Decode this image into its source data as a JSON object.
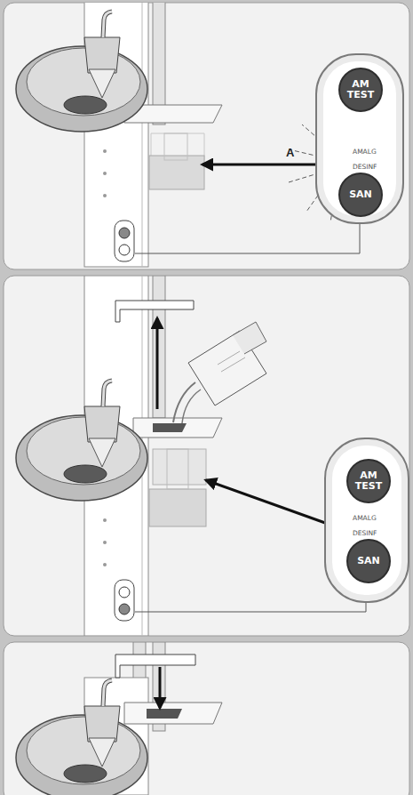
{
  "diagram": {
    "nodes": [
      {
        "text": [
          "AMALG",
          "DESINF"
        ]
      },
      {
        "text": [
          "AM TEST"
        ],
        "in": 0
      },
      {
        "text": [
          "SAN"
        ],
        "in": 0
      },
      {
        "text": [
          "AMALG",
          "DESINF"
        ]
      },
      {
        "text": [
          "AM TEST"
        ],
        "in": 3
      },
      {
        "text": [
          "SAN"
        ],
        "in": 3
      }
    ],
    "labels": [
      "A"
    ]
  }
}
